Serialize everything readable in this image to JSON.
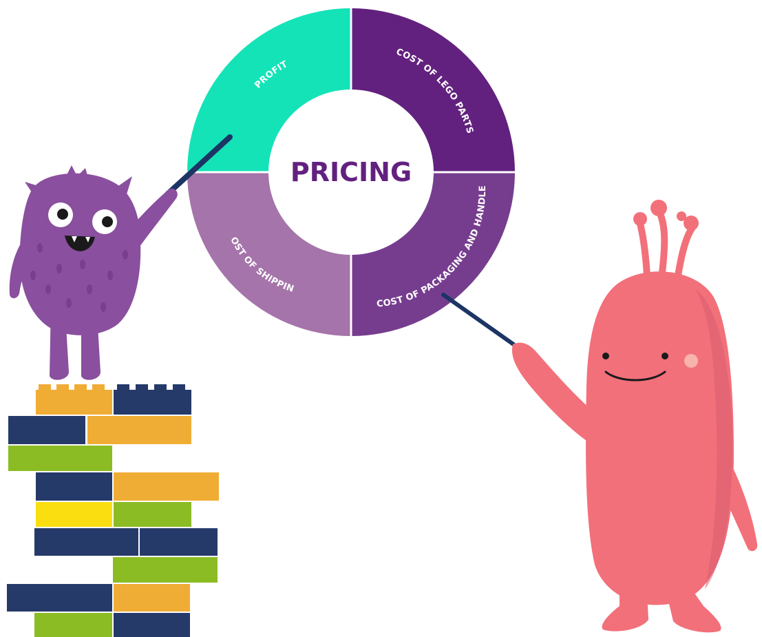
{
  "diagram": {
    "center_title": "PRICING",
    "segments": [
      {
        "label": "PROFIT"
      },
      {
        "label": "COST OF LEGO PARTS"
      },
      {
        "label": "COST OF PACKAGING AND HANDLE"
      },
      {
        "label": "COST OF SHIPPING"
      }
    ]
  },
  "colors": {
    "profit": "#14e3b8",
    "lego_parts": "#62217f",
    "packaging": "#763d8f",
    "shipping": "#a574aa",
    "center_title": "#62217f",
    "purple_monster": "#8a4f9e",
    "pink_monster": "#f2707a",
    "pointer": "#1c3564",
    "brick_navy": "#263a6a",
    "brick_orange": "#f0ad36",
    "brick_green": "#8cbc24",
    "brick_yellow": "#fbde10"
  }
}
